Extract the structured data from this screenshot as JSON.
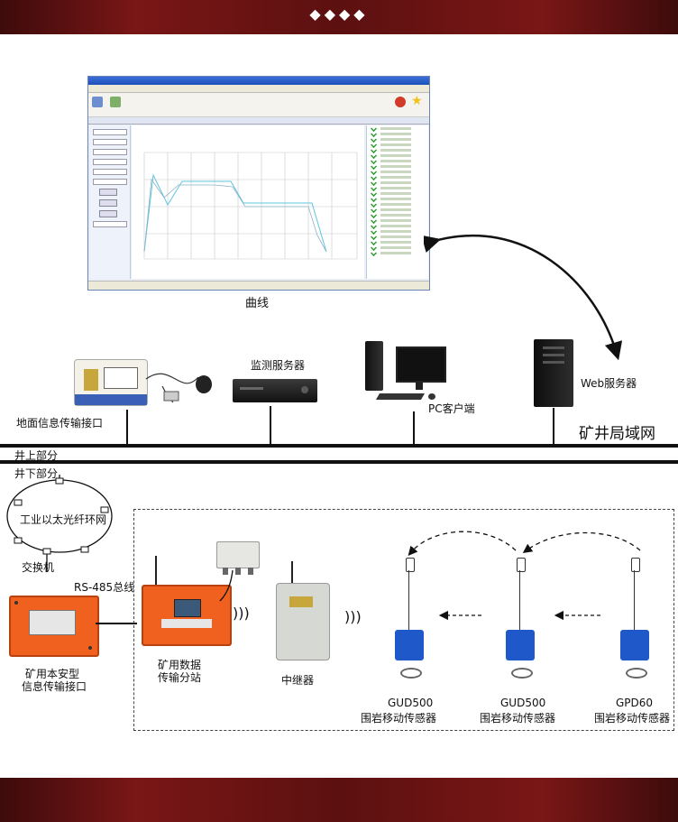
{
  "header": {
    "ornament": "◆◆◆◆"
  },
  "software": {
    "caption": "曲线",
    "series_colors": [
      "#5cc6dc",
      "#8fb2c9"
    ]
  },
  "surface": {
    "interface_label": "地面信息传输接口",
    "server_label": "监测服务器",
    "pc_label": "PC客户端",
    "web_label": "Web服务器",
    "lan_label": "矿井局域网",
    "above_ground_label": "井上部分",
    "below_ground_label": "井下部分"
  },
  "underground": {
    "ring_label": "工业以太光纤环网",
    "switch_label": "交换机",
    "rs485_label": "RS-485总线",
    "interface_label_line1": "矿用本安型",
    "interface_label_line2": "信息传输接口",
    "substation_label_line1": "矿用数据",
    "substation_label_line2": "传输分站",
    "repeater_label": "中继器",
    "sensors": [
      {
        "model": "GUD500",
        "desc": "围岩移动传感器"
      },
      {
        "model": "GUD500",
        "desc": "围岩移动传感器"
      },
      {
        "model": "GPD60",
        "desc": "围岩移动传感器"
      }
    ]
  },
  "colors": {
    "band": "#6e1414",
    "device_orange": "#f0601e",
    "sensor_blue": "#1f58c8"
  }
}
